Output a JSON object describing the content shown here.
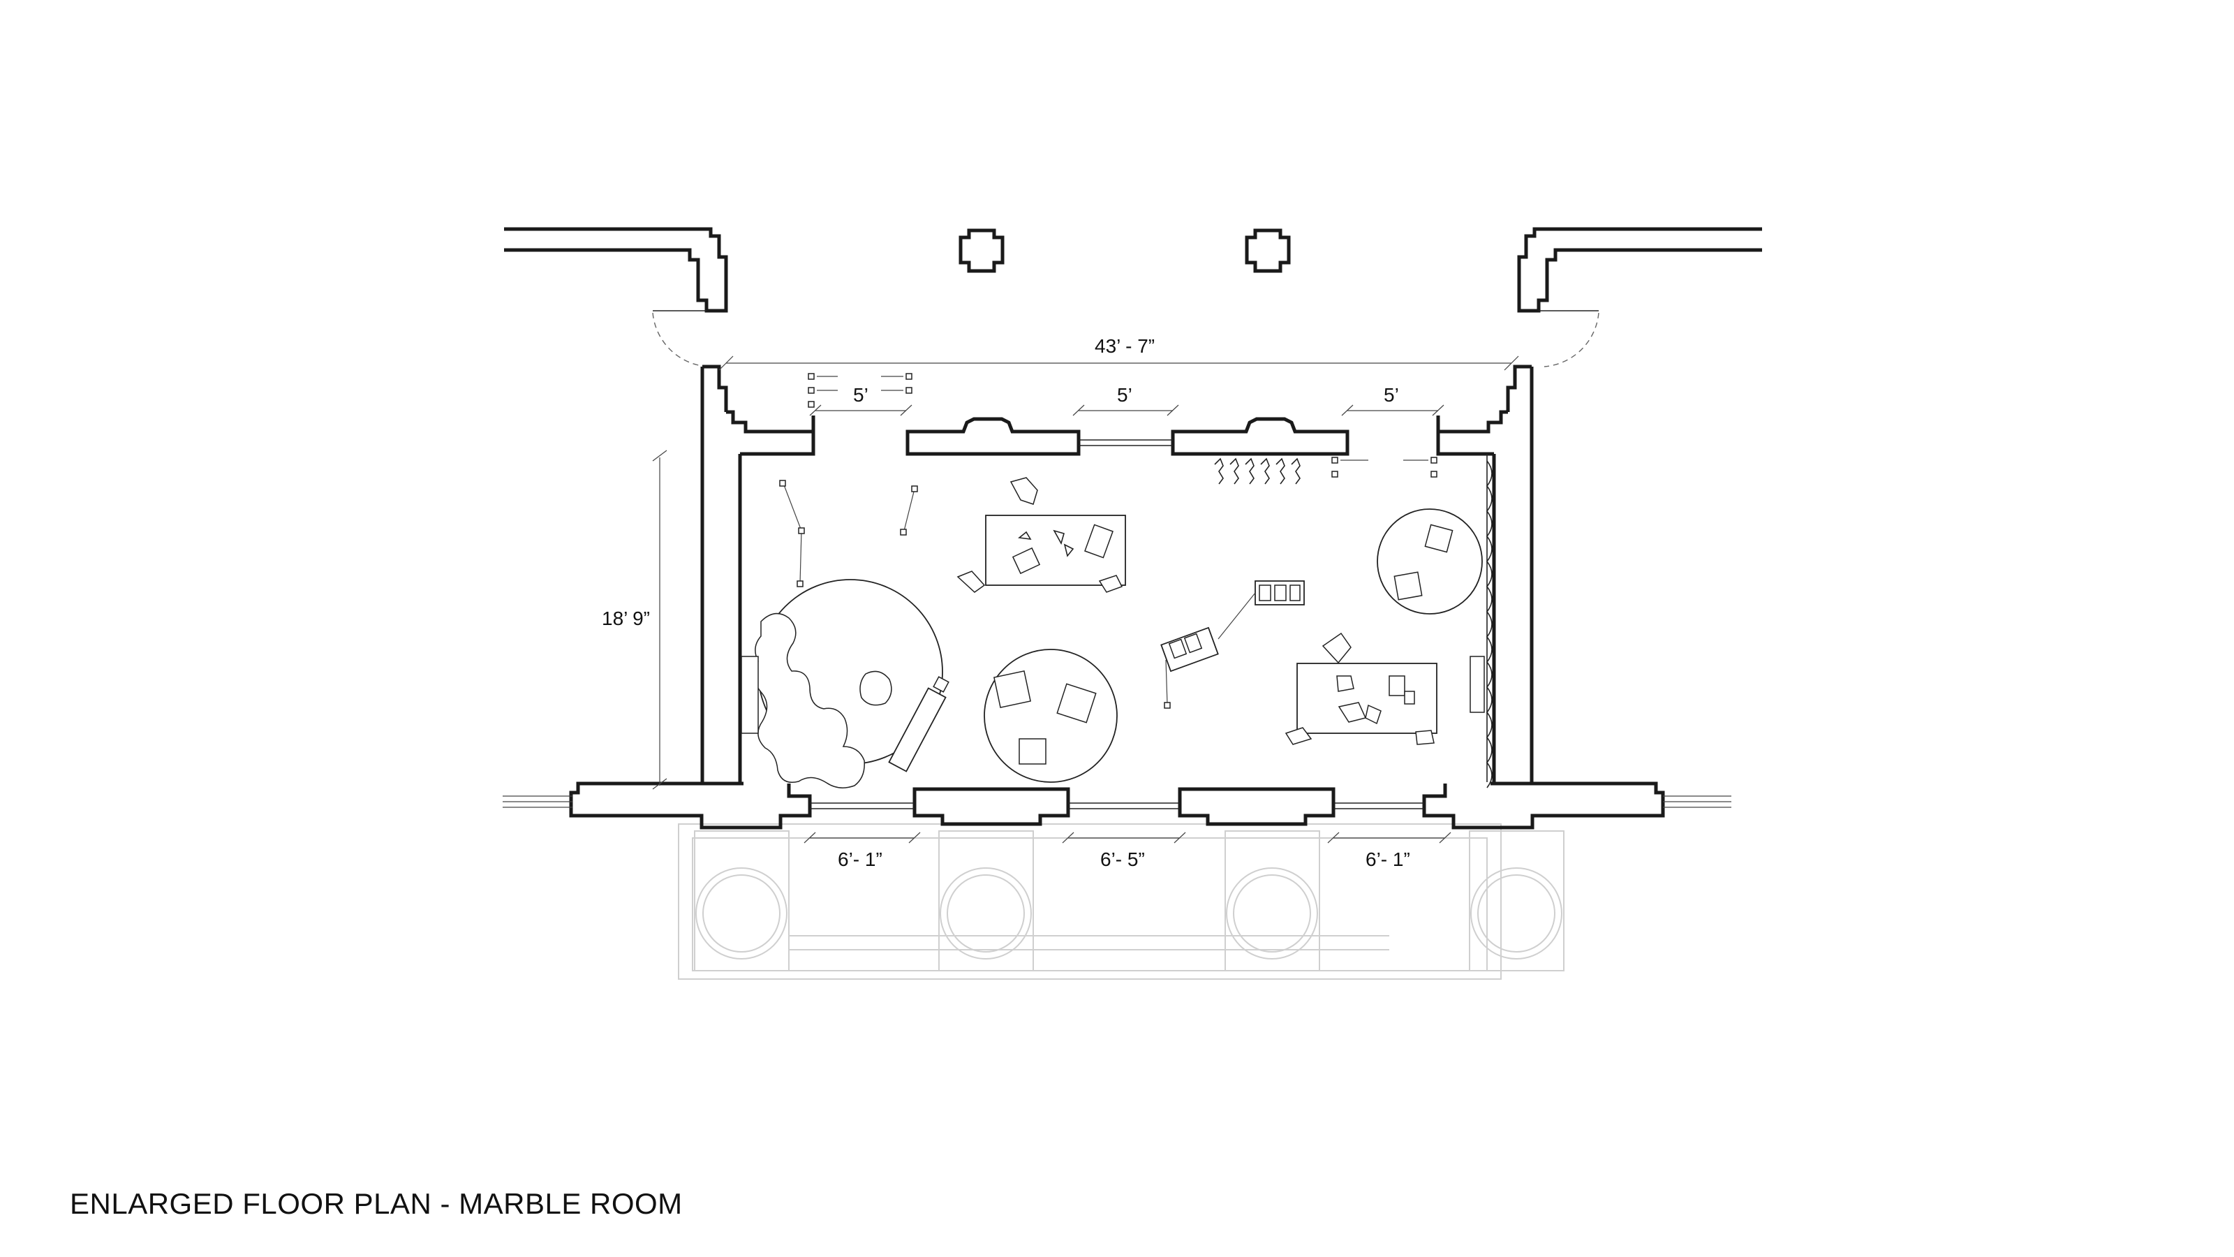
{
  "caption": "ENLARGED FLOOR PLAN - MARBLE ROOM",
  "dimensions": {
    "overall_width": "43’ - 7”",
    "top_window_left": "5’",
    "top_window_center": "5’",
    "top_window_right": "5’",
    "room_depth": "18’ 9”",
    "bottom_window_left": "6’- 1”",
    "bottom_window_center": "6’- 5”",
    "bottom_window_right": "6’- 1”"
  }
}
